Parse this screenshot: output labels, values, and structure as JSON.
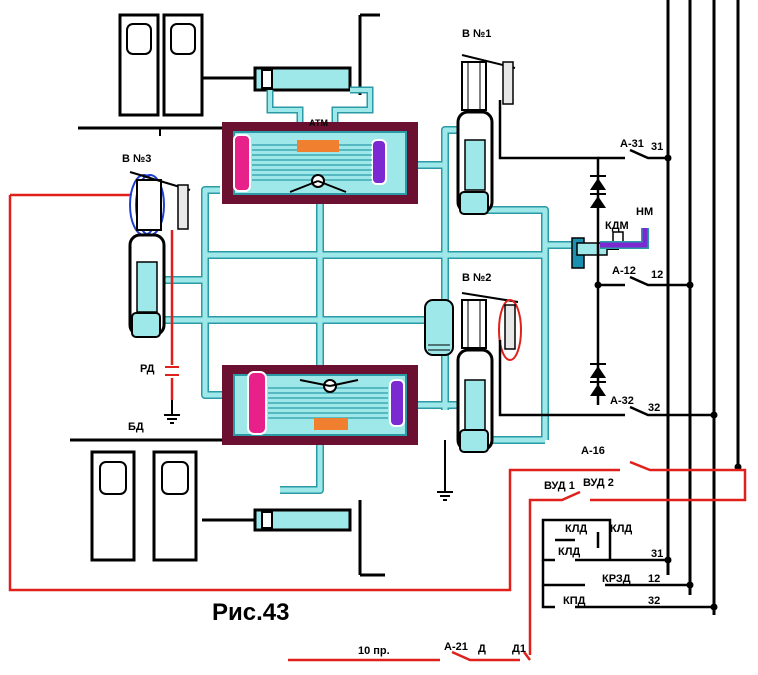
{
  "figure": {
    "caption": "Рис.43"
  },
  "valves": {
    "v1": "В №1",
    "v2": "В №2",
    "v3": "В №3"
  },
  "components": {
    "atm": "АТМ",
    "kdm": "КДМ",
    "nm": "НМ",
    "rd": "РД",
    "bd": "БД"
  },
  "wires": {
    "a31": "А-31",
    "a12": "А-12",
    "a32": "А-32",
    "a16": "А-16",
    "a21": "А-21",
    "n31": "31",
    "n12": "12",
    "n32": "32",
    "n31b": "31",
    "n12b": "12",
    "n32b": "32"
  },
  "contacts": {
    "vud1": "ВУД 1",
    "vud2": "ВУД 2",
    "kld1": "КЛД",
    "kld2": "КЛД",
    "kld3": "КЛД",
    "krzd": "КРЗД",
    "kpd": "КПД",
    "d": "Д",
    "d1": "Д1",
    "pr10": "10 пр."
  },
  "colors": {
    "air": "#9fe8ea",
    "air_edge": "#2a9aa6",
    "wall": "#6b1030",
    "control_wire": "#e0201a",
    "pneumatic_line": "#000000",
    "left_piston": "#e8208a",
    "right_piston": "#7a2ad0",
    "valve_seat": "#f08030",
    "coil": "#2040d0"
  }
}
